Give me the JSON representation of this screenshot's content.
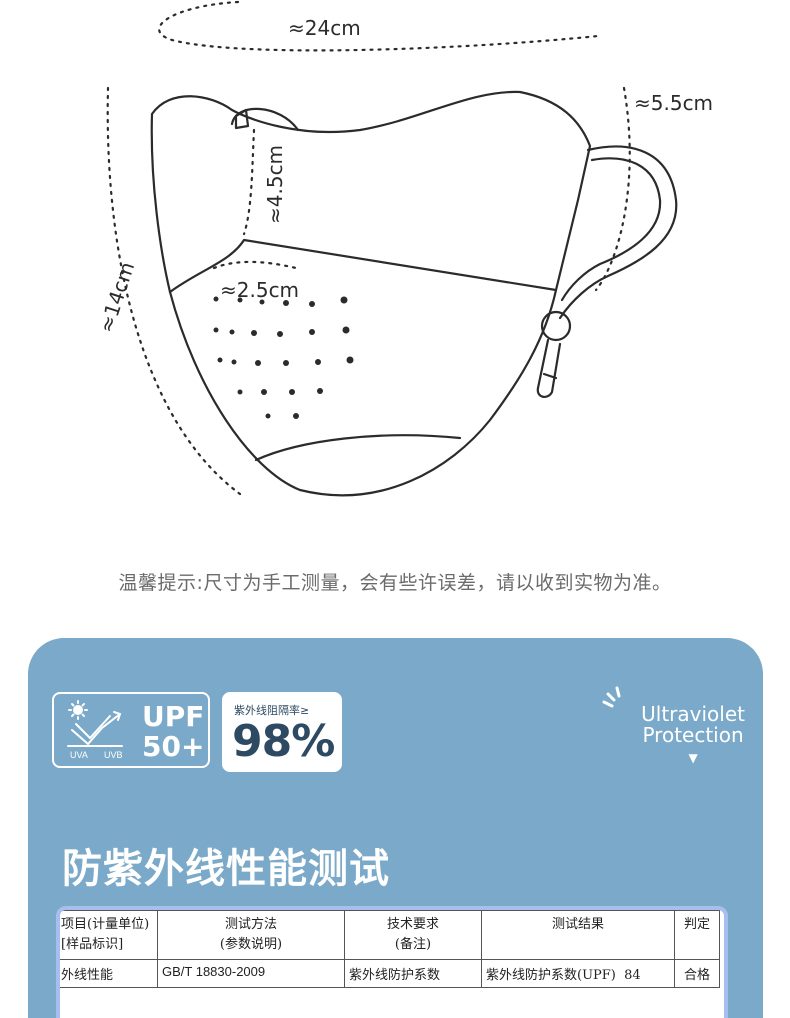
{
  "dimensions": {
    "width": "≈24cm",
    "strap": "≈5.5cm",
    "upper": "≈4.5cm",
    "height": "≈14cm",
    "vent": "≈2.5cm"
  },
  "note": "温馨提示:尺寸为手工测量，会有些许误差，请以收到实物为准。",
  "badges": {
    "upf_line1": "UPF",
    "upf_line2": "50+",
    "uva": "UVA",
    "uvb": "UVB",
    "rate_label": "紫外线阻隔率≥",
    "rate_value": "98%"
  },
  "uv_label": {
    "line1": "Ultraviolet",
    "line2": "Protection",
    "arrow": "▼"
  },
  "section_title": "防紫外线性能测试",
  "table": {
    "headers": [
      {
        "line1": "项目(计量单位)",
        "line2": "[样品标识]"
      },
      {
        "line1": "测试方法",
        "line2": "(参数说明)"
      },
      {
        "line1": "技术要求",
        "line2": "(备注)"
      },
      {
        "line1": "测试结果",
        "line2": ""
      },
      {
        "line1": "判定",
        "line2": ""
      }
    ],
    "row": [
      "外线性能",
      "GB/T 18830-2009",
      "紫外线防护系数",
      "紫外线防护系数(UPF)  84",
      "合格"
    ]
  },
  "colors": {
    "panel": "#7ba9c9",
    "navy": "#2e4a62",
    "outline": "#2b2b2b"
  }
}
